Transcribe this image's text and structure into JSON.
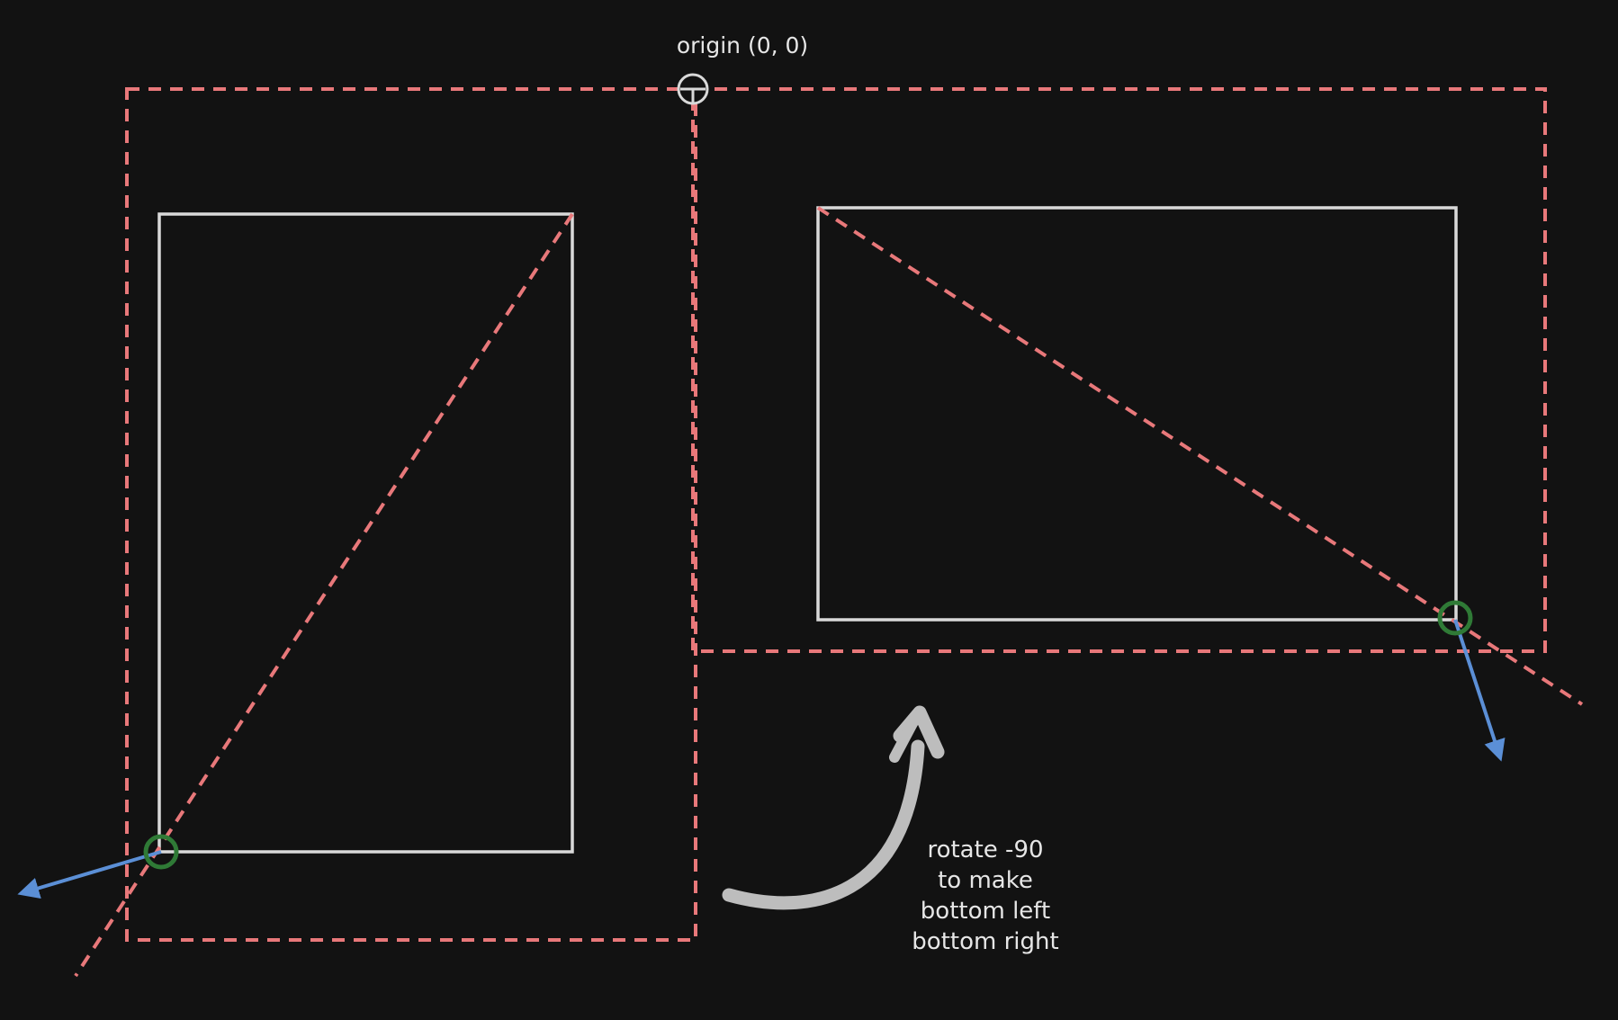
{
  "labels": {
    "origin": "origin (0, 0)",
    "note": [
      "rotate -90",
      "to make",
      "bottom left",
      "bottom right"
    ]
  },
  "colors": {
    "background": "#121212",
    "outline": "#d9d9d9",
    "dashed": "#e8787a",
    "vector": "#5b8fd6",
    "anchor": "#2f7a36",
    "text": "#e6e6e6"
  },
  "icons": {
    "origin_marker": "crosshair-circle-icon",
    "anchor_marker": "circle-icon",
    "rotation_arrow": "curved-arrow-icon",
    "direction_arrow": "arrow-icon"
  }
}
